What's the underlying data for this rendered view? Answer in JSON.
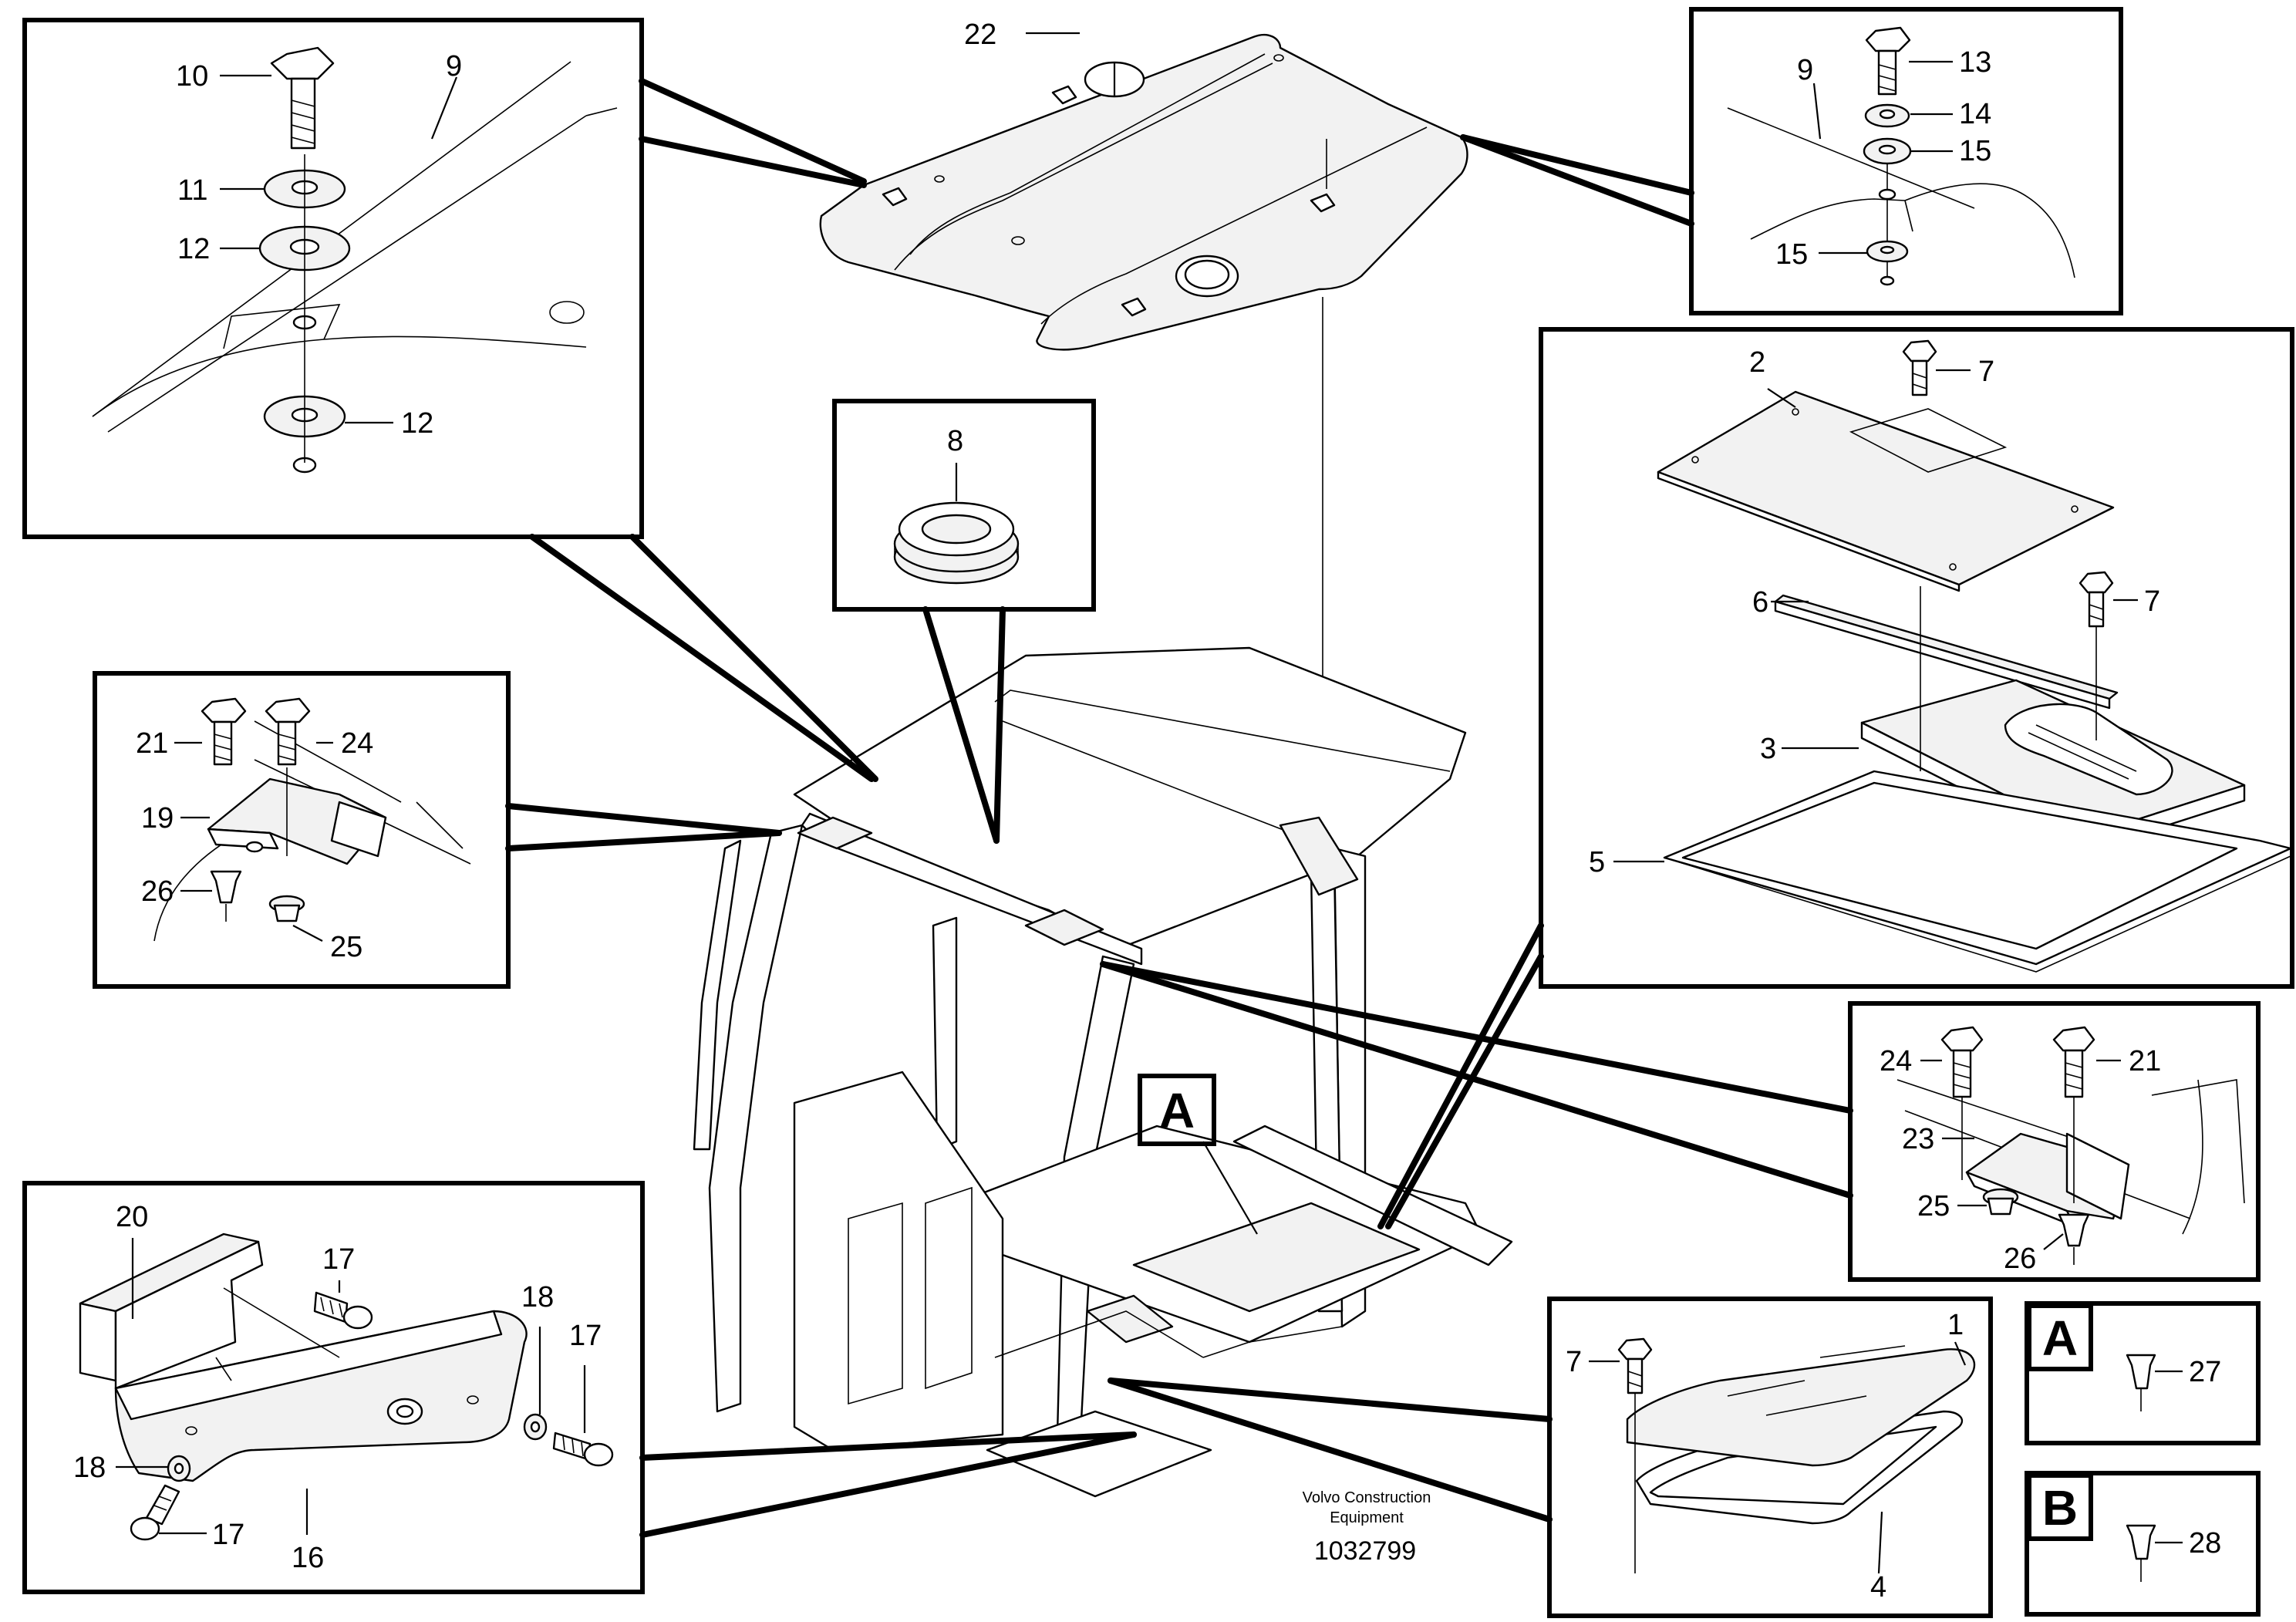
{
  "labels": {
    "n1": "1",
    "n2": "2",
    "n3": "3",
    "n4": "4",
    "n5": "5",
    "n6": "6",
    "n7": "7",
    "n8": "8",
    "n9": "9",
    "n10": "10",
    "n11": "11",
    "n12": "12",
    "n13": "13",
    "n14": "14",
    "n15": "15",
    "n16": "16",
    "n17": "17",
    "n18": "18",
    "n19": "19",
    "n20": "20",
    "n21": "21",
    "n22": "22",
    "n23": "23",
    "n24": "24",
    "n25": "25",
    "n26": "26",
    "n27": "27",
    "n28": "28"
  },
  "markers": {
    "a": "A",
    "b": "B"
  },
  "footer": {
    "line1": "Volvo Construction",
    "line2": "Equipment",
    "id": "1032799"
  }
}
